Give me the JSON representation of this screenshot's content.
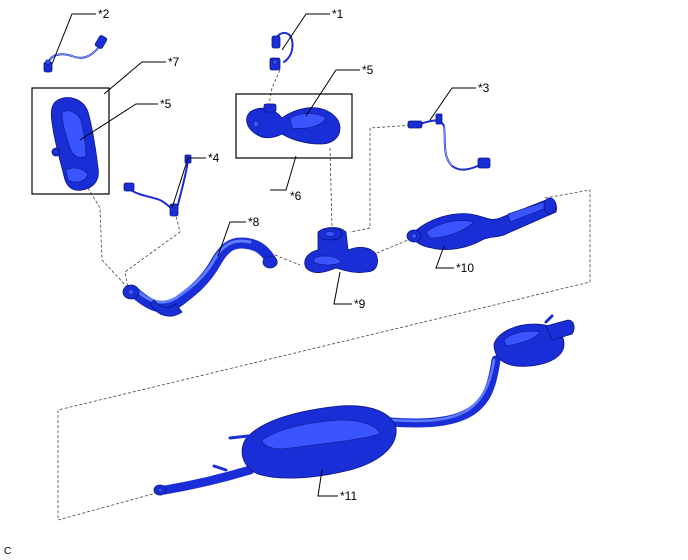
{
  "callouts": {
    "c1": "*1",
    "c2": "*2",
    "c3": "*3",
    "c4": "*4",
    "c5a": "*5",
    "c5b": "*5",
    "c6": "*6",
    "c7": "*7",
    "c8": "*8",
    "c9": "*9",
    "c10": "*10",
    "c11": "*11"
  },
  "corner_label": "C",
  "colors": {
    "part_blue": "#1a2ed8",
    "line_black": "#000000",
    "background": "#ffffff"
  }
}
